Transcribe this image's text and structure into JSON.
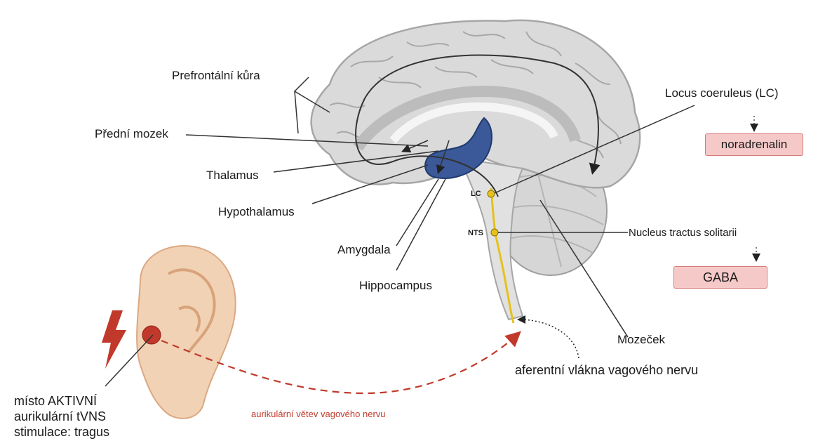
{
  "labels": {
    "prefrontal": "Prefrontální kůra",
    "forebrain": "Přední mozek",
    "thalamus": "Thalamus",
    "hypothalamus": "Hypothalamus",
    "amygdala": "Amygdala",
    "hippocampus": "Hippocampus",
    "locus": "Locus coeruleus (LC)",
    "lc_small": "LC",
    "nts_small": "NTS",
    "nucleus": "Nucleus tractus solitarii",
    "cerebellum": "Mozeček",
    "afferent": "aferentní vlákna vagového nervu",
    "auricular_branch": "aurikulární větev vagového nervu",
    "stim_site": "místo AKTIVNÍ\naurikulární tVNS\nstimulace: tragus"
  },
  "boxes": {
    "noradrenalin": "noradrenalin",
    "gaba": "GABA"
  },
  "colors": {
    "brain_fill": "#d9d9d9",
    "brain_stroke": "#a6a6a6",
    "limbic": "#3b5998",
    "vagus": "#e6c21a",
    "stim_red": "#c0392b",
    "box_fill": "#f6c9c9",
    "ear": "#f2d2b4"
  }
}
